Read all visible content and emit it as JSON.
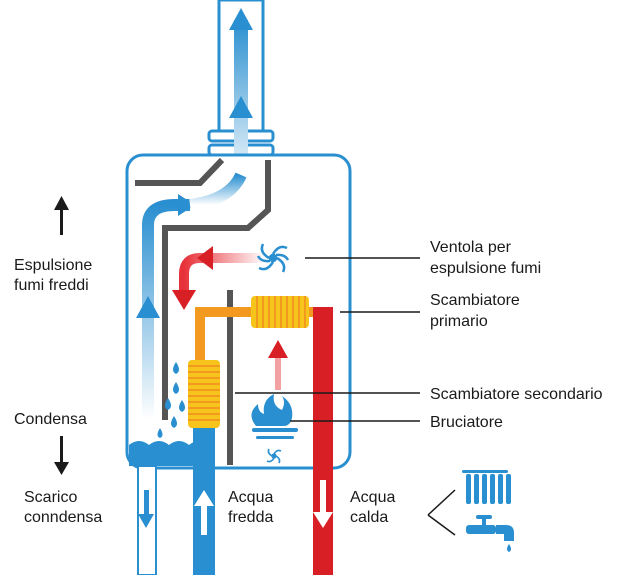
{
  "labels": {
    "espulsione_line1": "Espulsione",
    "espulsione_line2": "fumi freddi",
    "condensa": "Condensa",
    "scarico_line1": "Scarico",
    "scarico_line2": "conndensa",
    "ventola_line1": "Ventola per",
    "ventola_line2": "espulsione fumi",
    "primario_line1": "Scambiatore",
    "primario_line2": "primario",
    "secondario": "Scambiatore secondario",
    "bruciatore": "Bruciatore",
    "acqua_fredda_line1": "Acqua",
    "acqua_fredda_line2": "fredda",
    "acqua_calda_line1": "Acqua",
    "acqua_calda_line2": "calda"
  },
  "colors": {
    "blue": "#2a8fd0",
    "red": "#d81f26",
    "orange": "#f29a1f",
    "yellow": "#f7c41c",
    "gray": "#555555",
    "text": "#1a1a1a"
  },
  "icons": [
    "fan-icon",
    "flame-icon",
    "radiator-icon",
    "faucet-icon",
    "snowflake-fan-icon"
  ]
}
